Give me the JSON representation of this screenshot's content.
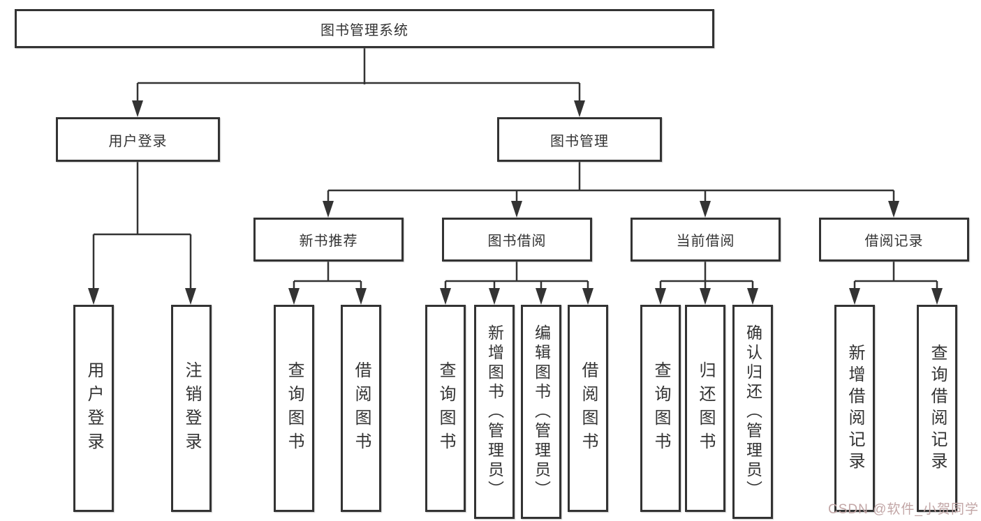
{
  "tree": {
    "root": {
      "label": "图书管理系统"
    },
    "branches": [
      {
        "label": "用户登录",
        "children": [
          {
            "label": "用户登录"
          },
          {
            "label": "注销登录"
          }
        ]
      },
      {
        "label": "图书管理",
        "children": [
          {
            "label": "新书推荐",
            "children": [
              {
                "label": "查询图书"
              },
              {
                "label": "借阅图书"
              }
            ]
          },
          {
            "label": "图书借阅",
            "children": [
              {
                "label": "查询图书"
              },
              {
                "label": "新增图书（管理员）"
              },
              {
                "label": "编辑图书（管理员）"
              },
              {
                "label": "借阅图书"
              }
            ]
          },
          {
            "label": "当前借阅",
            "children": [
              {
                "label": "查询图书"
              },
              {
                "label": "归还图书"
              },
              {
                "label": "确认归还（管理员）"
              }
            ]
          },
          {
            "label": "借阅记录",
            "children": [
              {
                "label": "新增借阅记录"
              },
              {
                "label": "查询借阅记录"
              }
            ]
          }
        ]
      }
    ]
  },
  "watermark": {
    "text": "CSDN @软件_小贺同学"
  },
  "colors": {
    "line": "#333333",
    "node_border": "#333333",
    "text": "#333333",
    "background": "#ffffff",
    "watermark": "#c2a6a6"
  }
}
